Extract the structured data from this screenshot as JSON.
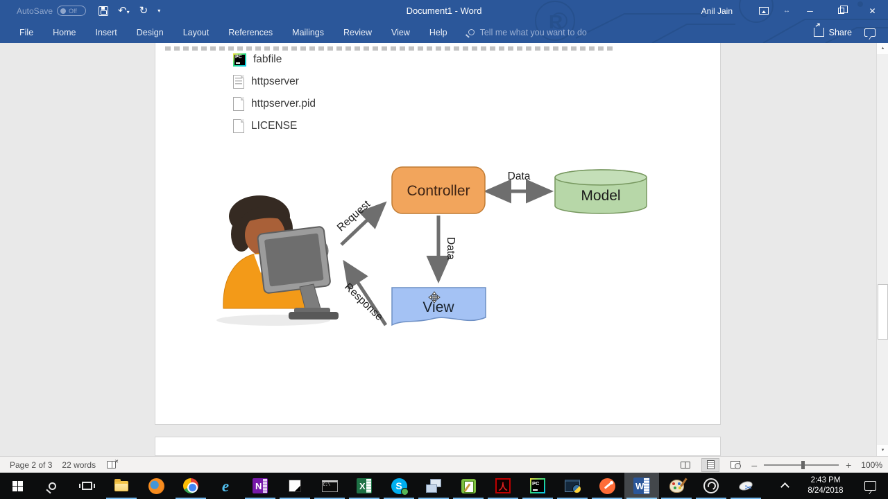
{
  "colors": {
    "accent": "#2b579a",
    "taskbar_underline": "#76b9ed",
    "controller_fill": "#f2a55c",
    "model_fill": "#b7d7a8",
    "view_fill": "#a4c2f4"
  },
  "title_bar": {
    "autosave_label": "AutoSave",
    "autosave_state": "Off",
    "title": "Document1  -  Word",
    "user_name": "Anil Jain"
  },
  "icons": {
    "undo": "↶",
    "redo": "↻",
    "dropdown_caret": "▾",
    "minimize": "─",
    "close": "✕",
    "resize_hint": "↔",
    "scroll_up": "▲",
    "scroll_down": "▼",
    "zoom_out": "–",
    "zoom_in": "+"
  },
  "ribbon": {
    "tabs": [
      "File",
      "Home",
      "Insert",
      "Design",
      "Layout",
      "References",
      "Mailings",
      "Review",
      "View",
      "Help"
    ],
    "tell_me_placeholder": "Tell me what you want to do",
    "share_label": "Share"
  },
  "page": {
    "file_list": [
      {
        "icon": "pycharm-file-icon",
        "name": "fabfile"
      },
      {
        "icon": "text-file-icon",
        "name": "httpserver"
      },
      {
        "icon": "blank-file-icon",
        "name": "httpserver.pid"
      },
      {
        "icon": "blank-file-icon",
        "name": "LICENSE"
      }
    ],
    "diagram": {
      "controller_label": "Controller",
      "model_label": "Model",
      "view_label": "View",
      "request_label": "Request",
      "response_label": "Response",
      "data_top_label": "Data",
      "data_vertical_label": "Data"
    }
  },
  "status_bar": {
    "page_info": "Page 2 of 3",
    "word_count": "22 words",
    "zoom_level": "100%"
  },
  "taskbar": {
    "items": [
      {
        "name": "start",
        "glyph": ""
      },
      {
        "name": "search",
        "glyph": ""
      },
      {
        "name": "task-view",
        "glyph": ""
      },
      {
        "name": "file-explorer",
        "glyph": ""
      },
      {
        "name": "firefox",
        "glyph": ""
      },
      {
        "name": "chrome",
        "glyph": ""
      },
      {
        "name": "internet-explorer",
        "glyph": "e"
      },
      {
        "name": "onenote",
        "glyph": "N"
      },
      {
        "name": "notes-app",
        "glyph": ""
      },
      {
        "name": "command-prompt",
        "glyph": "C:\\"
      },
      {
        "name": "excel",
        "glyph": "X"
      },
      {
        "name": "skype",
        "glyph": "S"
      },
      {
        "name": "remote-desktop",
        "glyph": ""
      },
      {
        "name": "notepad-plus-plus",
        "glyph": ""
      },
      {
        "name": "acrobat",
        "glyph": "人"
      },
      {
        "name": "pycharm",
        "glyph": "PC"
      },
      {
        "name": "python-ide",
        "glyph": ""
      },
      {
        "name": "postman",
        "glyph": ""
      },
      {
        "name": "word",
        "glyph": "W"
      },
      {
        "name": "paint",
        "glyph": ""
      },
      {
        "name": "obs",
        "glyph": ""
      },
      {
        "name": "snipping-tool",
        "glyph": "✂"
      }
    ],
    "clock_time": "2:43 PM",
    "clock_date": "8/24/2018"
  }
}
